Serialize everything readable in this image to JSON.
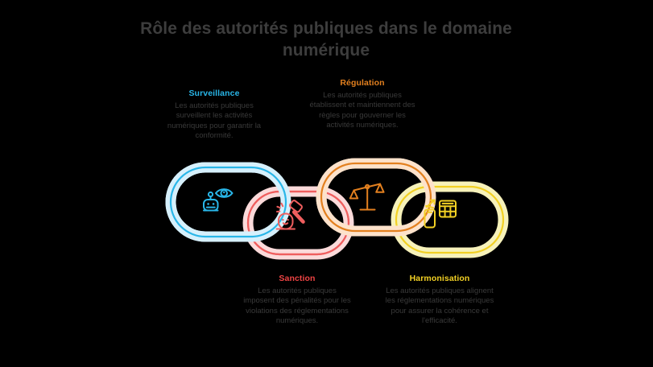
{
  "page": {
    "background_color": "#000000",
    "title": "Rôle des autorités publiques dans le domaine numérique",
    "title_color": "#3d3d3d",
    "body_text_color": "#3a3a3a"
  },
  "chain": {
    "links": [
      {
        "id": "surveillance",
        "label": "Surveillance",
        "description": "Les autorités publiques surveillent les activités numériques pour garantir la conformité.",
        "icon": "robot-eye-icon",
        "stroke_color": "#29b6e8",
        "fill_color": "#d6f0fc",
        "position": "upper",
        "caption_position": "above"
      },
      {
        "id": "sanction",
        "label": "Sanction",
        "description": "Les autorités publiques imposent des pénalités pour les violations des réglementations numériques.",
        "icon": "gavel-icon",
        "stroke_color": "#ef5e5e",
        "fill_color": "#fbdada",
        "position": "lower",
        "caption_position": "below"
      },
      {
        "id": "regulation",
        "label": "Régulation",
        "description": "Les autorités publiques établissent et maintiennent des règles pour gouverner les activités numériques.",
        "icon": "scales-of-justice-icon",
        "stroke_color": "#e3801f",
        "fill_color": "#fde2cb",
        "position": "upper",
        "caption_position": "above"
      },
      {
        "id": "harmonisation",
        "label": "Harmonisation",
        "description": "Les autorités publiques alignent les réglementations numériques pour assurer la cohérence et l'efficacité.",
        "icon": "phone-data-transfer-icon",
        "stroke_color": "#f2d024",
        "fill_color": "#f7f2ba",
        "position": "lower",
        "caption_position": "below"
      }
    ]
  }
}
